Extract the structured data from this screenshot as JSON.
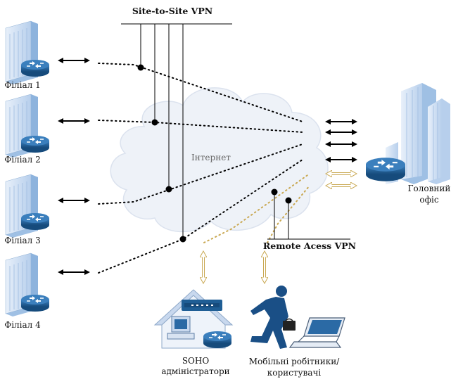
{
  "diagram": {
    "site_to_site_label": "Site-to-Site VPN",
    "remote_access_label": "Remote Acess VPN",
    "internet_label": "Інтернет",
    "branches": [
      {
        "label": "Філіал 1"
      },
      {
        "label": "Філіал 2"
      },
      {
        "label": "Філіал 3"
      },
      {
        "label": "Філіал 4"
      }
    ],
    "head_office": {
      "line1": "Головний",
      "line2": "офіс"
    },
    "soho": {
      "line1": "SOHO",
      "line2": "адміністратори"
    },
    "mobile": {
      "line1": "Мобільні робітники/",
      "line2": "користувачі"
    },
    "colors": {
      "building_front": "#d7e6f7",
      "building_side": "#9fc0e4",
      "router": "#1f5e95",
      "cloud": "#eef2f8",
      "dotted_black": "#000000",
      "dotted_yellow": "#c9a852",
      "laptop_screen": "#2b6aa5",
      "person": "#1a4f86"
    }
  }
}
